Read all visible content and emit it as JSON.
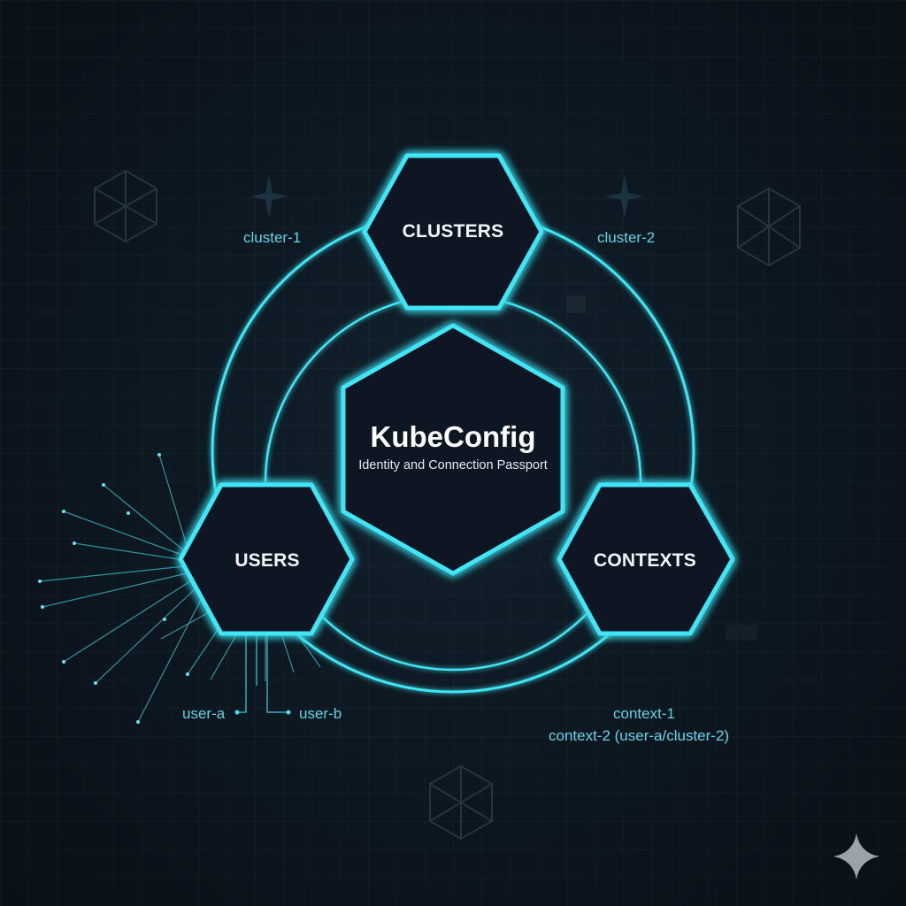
{
  "center": {
    "title": "KubeConfig",
    "subtitle": "Identity and Connection Passport"
  },
  "nodes": {
    "clusters": "CLUSTERS",
    "users": "USERS",
    "contexts": "CONTEXTS"
  },
  "labels": {
    "cluster_1": "cluster-1",
    "cluster_2": "cluster-2",
    "user_a": "user-a",
    "user_b": "user-b",
    "context_1": "context-1",
    "context_2": "context-2 (user-a/cluster-2)"
  },
  "colors": {
    "background": "#0b141c",
    "accent": "#3fe6f5",
    "label_text": "#5fd4e6",
    "node_fill": "#0c1820"
  },
  "icons": [
    "sparkle-icon",
    "hexagon-cube-icon"
  ]
}
